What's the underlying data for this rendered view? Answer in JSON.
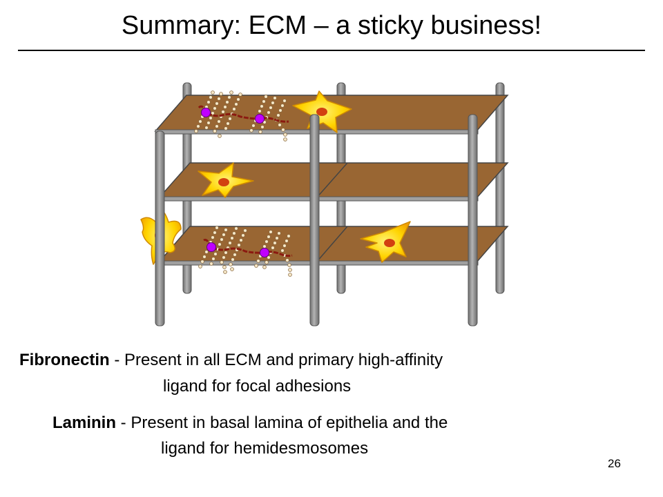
{
  "slide": {
    "title": "Summary: ECM – a sticky business!",
    "page_number": "26"
  },
  "definitions": [
    {
      "term": "Fibronectin",
      "line1": " - Present in all ECM and primary high-affinity",
      "line2": "ligand for focal adhesions"
    },
    {
      "term": "Laminin",
      "line1": " - Present in basal lamina of epithelia and the",
      "line2": "ligand for hemidesmosomes"
    }
  ],
  "colors": {
    "shelf": "#996633",
    "post": "#8c8c8c",
    "cell_body": "#ffd400",
    "cell_edge": "#e0a000",
    "nucleus": "#d24010",
    "fibronectin_strand": "#8b1a10",
    "integrin_node": "#c000ff",
    "collagen_bead": "#f6e8c8"
  }
}
